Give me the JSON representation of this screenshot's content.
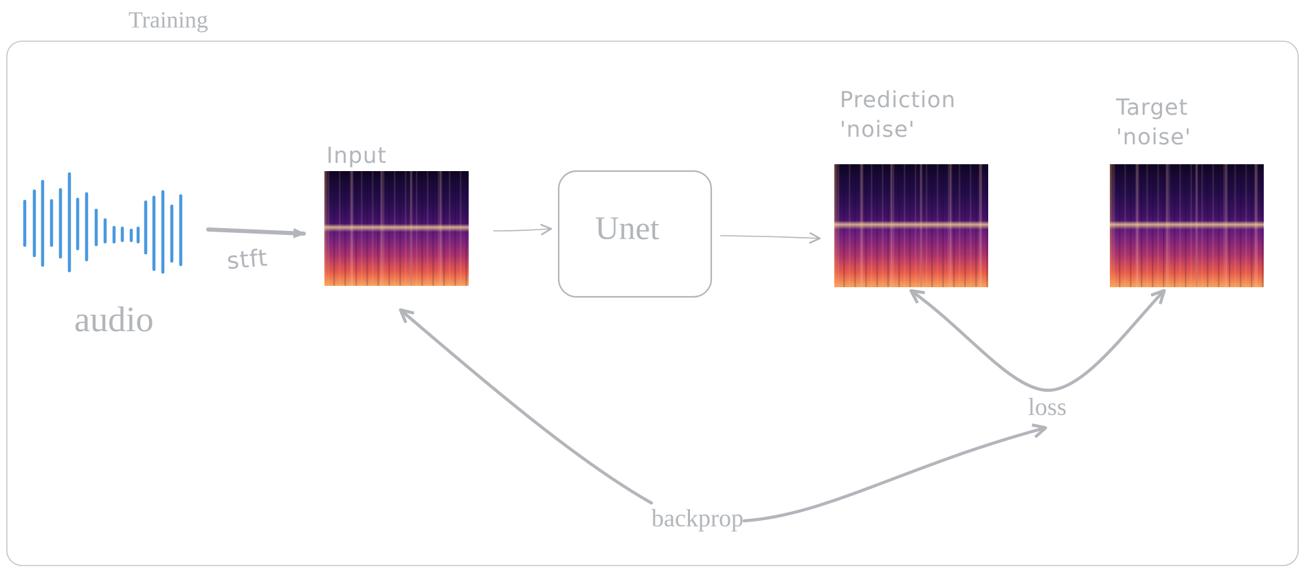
{
  "diagram": {
    "group_title": "Training",
    "nodes": {
      "audio": {
        "label": "audio"
      },
      "input": {
        "label": "Input"
      },
      "unet": {
        "label": "Unet"
      },
      "prediction": {
        "label_line1": "Prediction",
        "label_line2": "'noise'"
      },
      "target": {
        "label_line1": "Target",
        "label_line2": "'noise'"
      },
      "loss": {
        "label": "loss"
      },
      "backprop": {
        "label": "backprop"
      }
    },
    "edges": {
      "audio_to_input": {
        "label": "stft"
      }
    }
  },
  "colors": {
    "stroke": "#b2b5ba",
    "frame": "#c4c6c9",
    "waveform": "#4a98e0"
  }
}
